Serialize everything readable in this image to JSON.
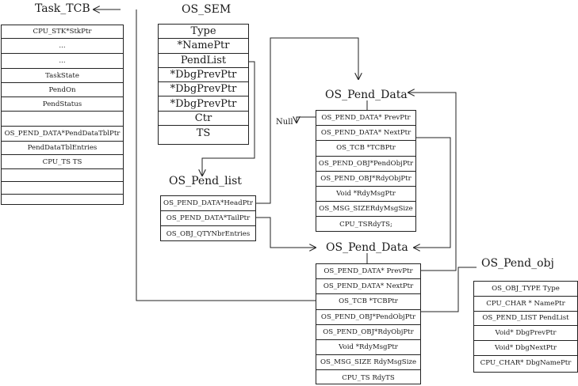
{
  "task_tcb": {
    "title": "Task_TCB",
    "fields": [
      "CPU_STK*StkPtr",
      "...",
      "...",
      "TaskState",
      "PendOn",
      "PendStatus",
      "",
      "OS_PEND_DATA*PendDataTblPtr",
      "PendDataTblEntries",
      "CPU_TS  TS",
      "",
      "",
      ""
    ]
  },
  "os_sem": {
    "title": "OS_SEM",
    "fields": [
      "Type",
      "*NamePtr",
      "PendList",
      "*DbgPrevPtr",
      "*DbgPrevPtr",
      "*DbgPrevPtr",
      "Ctr",
      "TS"
    ]
  },
  "os_pend_list": {
    "title": "OS_Pend_list",
    "fields": [
      "OS_PEND_DATA*HeadPtr",
      "OS_PEND_DATA*TailPtr",
      "OS_OBJ_QTYNbrEntries"
    ]
  },
  "os_pend_data_1": {
    "title": "OS_Pend_Data",
    "fields": [
      "OS_PEND_DATA* PrevPtr",
      "OS_PEND_DATA* NextPtr",
      "OS_TCB *TCBPtr",
      "OS_PEND_OBJ*PendObjPtr",
      "OS_PEND_OBJ*RdyObjPtr",
      "Void  *RdyMsgPtr",
      "OS_MSG_SIZERdyMsgSize",
      "CPU_TSRdyTS;"
    ]
  },
  "os_pend_data_2": {
    "title": "OS_Pend_Data",
    "fields": [
      "OS_PEND_DATA* PrevPtr",
      "OS_PEND_DATA* NextPtr",
      "OS_TCB *TCBPtr",
      "OS_PEND_OBJ*PendObjPtr",
      "OS_PEND_OBJ*RdyObjPtr",
      "Void  *RdyMsgPtr",
      "OS_MSG_SIZE RdyMsgSize",
      "CPU_TS  RdyTS"
    ]
  },
  "os_pend_obj": {
    "title": "OS_Pend_obj",
    "fields": [
      "OS_OBJ_TYPE Type",
      "CPU_CHAR * NamePtr",
      "OS_PEND_LIST PendList",
      "Void*  DbgPrevPtr",
      "Void*  DbgNextPtr",
      "CPU_CHAR*  DbgNamePtr"
    ]
  },
  "null_label": "Null",
  "colors": {
    "line": "#222222",
    "text": "#1a1a1a",
    "background": "#ffffff"
  }
}
